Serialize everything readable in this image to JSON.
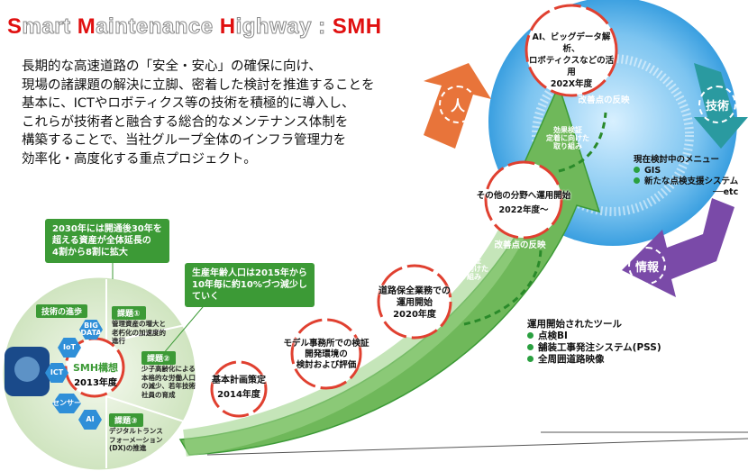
{
  "title": {
    "s": "S",
    "mart": "mart ",
    "m": "M",
    "aintenance": "aintenance ",
    "h": "H",
    "ighway": "ighway : ",
    "smh": "SMH"
  },
  "intro": "長期的な高速道路の「安全・安心」の確保に向け、\n現場の諸課題の解決に立脚、密着した検討を推進することを\n基本に、ICTやロボティクス等の技術を積極的に導入し、\nこれらが技術者と融合する総合的なメンテナンス体制を\n構築することで、当社グループ全体のインフラ管理力を\n効率化・高度化する重点プロジェクト。",
  "callouts": {
    "assets": "2030年には開通後30年を\n超える資産が全体延長の\n4割から8割に拡大",
    "population": "生産年齢人口は2015年から\n10年毎に約10%づつ減少し\nていく"
  },
  "concept": {
    "tech_progress": "技術の進歩",
    "hex": [
      "BIG DATA",
      "IoT",
      "ICT",
      "センサー",
      "AI"
    ],
    "center_title": "SMH構想",
    "center_year": "2013年度",
    "issues": [
      {
        "label": "課題①",
        "text": "管理資産の増大と\n老朽化の加速度的\n進行"
      },
      {
        "label": "課題②",
        "text": "少子高齢化による\n本格的な労働人口\nの減少、若年技術\n社員の育成"
      },
      {
        "label": "課題③",
        "text": "デジタルトランス\nフォーメーション\n(DX)の推進"
      }
    ]
  },
  "milestones": [
    {
      "text": "基本計画策定\n2014年度"
    },
    {
      "text": "モデル事務所での検証\n開発環境の\n検討および評価"
    },
    {
      "text": "道路保全業務での\n運用開始\n2020年度"
    },
    {
      "text": "その他の分野へ運用開始\n2022年度～"
    },
    {
      "text": "AI、ビッグデータ解析、\nロボティクスなどの活用\n202X年度"
    }
  ],
  "feedback_labels": [
    "効果検証\n定着に向けた\n取り組み",
    "改善点の反映"
  ],
  "cycle": {
    "people": "人",
    "technology": "技術",
    "information": "情報"
  },
  "menu_under_review": {
    "title": "現在検討中のメニュー",
    "items": [
      "GIS",
      "新たな点検支援システム"
    ],
    "etc": "──etc"
  },
  "tools_in_operation": {
    "title": "運用開始されたツール",
    "items": [
      "点検BI",
      "舗装工事発注システム(PSS)",
      "全周囲道路映像"
    ]
  },
  "colors": {
    "accent_red": "#e01010",
    "green": "#3c9a36",
    "blue": "#3a9fe0",
    "orange": "#e8743a",
    "teal": "#2a9aa0",
    "purple": "#7a4aa8"
  }
}
